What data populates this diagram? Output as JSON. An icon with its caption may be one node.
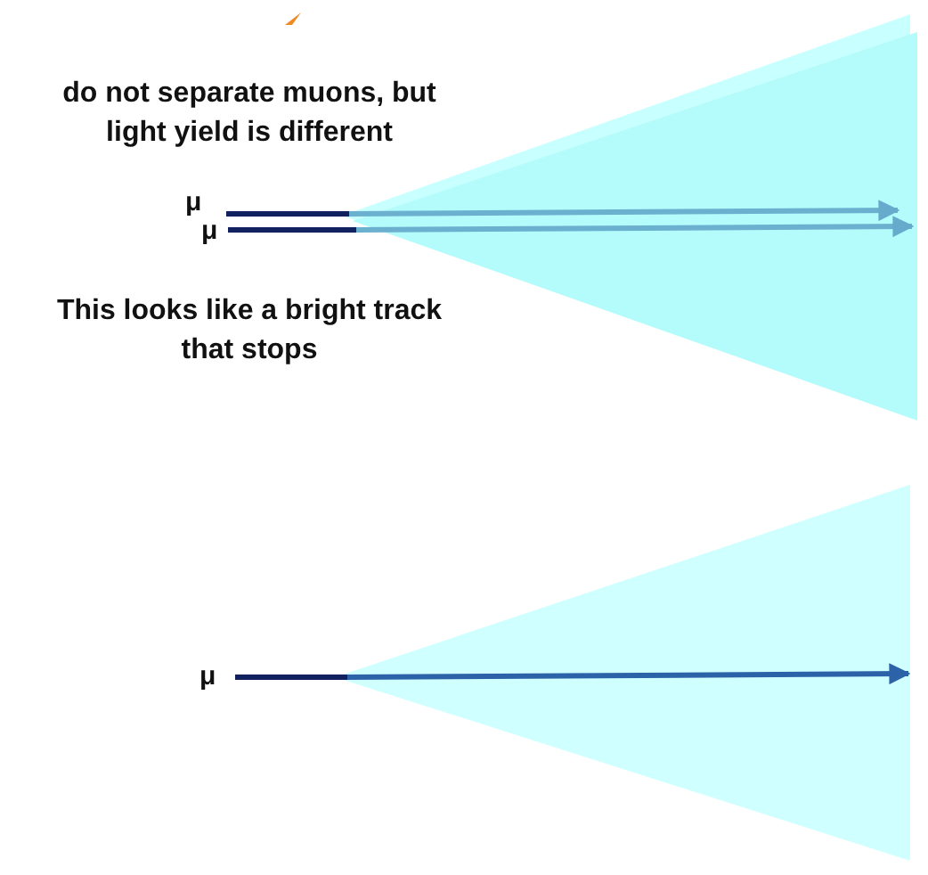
{
  "diagram": {
    "labels": [
      "do not separate muons, but light yield is different",
      "μ",
      "μ",
      "This looks like a bright track that stops",
      "μ"
    ]
  }
}
